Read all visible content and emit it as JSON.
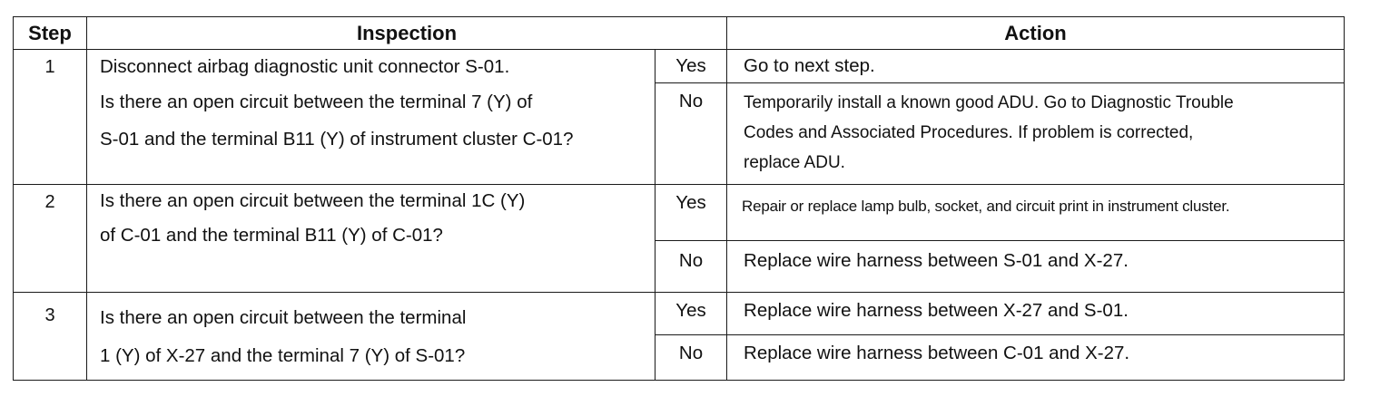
{
  "headers": {
    "step": "Step",
    "inspection": "Inspection",
    "action": "Action"
  },
  "rows": [
    {
      "step": "1",
      "inspection_lines": [
        "Disconnect airbag diagnostic unit connector S-01.",
        "Is there an open circuit between the terminal 7 (Y) of",
        "S-01 and the terminal B11 (Y) of instrument cluster C-01?"
      ],
      "yes_label": "Yes",
      "yes_action": "Go to next step.",
      "no_label": "No",
      "no_action_lines": [
        "Temporarily install a known good ADU. Go to Diagnostic Trouble",
        "Codes and Associated Procedures. If problem is corrected,",
        "replace ADU."
      ]
    },
    {
      "step": "2",
      "inspection_lines": [
        "Is there an open circuit between the terminal 1C (Y)",
        "of C-01 and the terminal B11 (Y) of C-01?"
      ],
      "yes_label": "Yes",
      "yes_action": "Repair or replace lamp bulb, socket, and circuit print in instrument cluster.",
      "no_label": "No",
      "no_action": "Replace wire harness between S-01 and X-27."
    },
    {
      "step": "3",
      "inspection_lines": [
        "Is there an open circuit between the terminal",
        "1 (Y) of X-27 and the terminal 7 (Y) of S-01?"
      ],
      "yes_label": "Yes",
      "yes_action": "Replace wire harness between X-27 and S-01.",
      "no_label": "No",
      "no_action": "Replace wire harness between C-01 and X-27."
    }
  ]
}
